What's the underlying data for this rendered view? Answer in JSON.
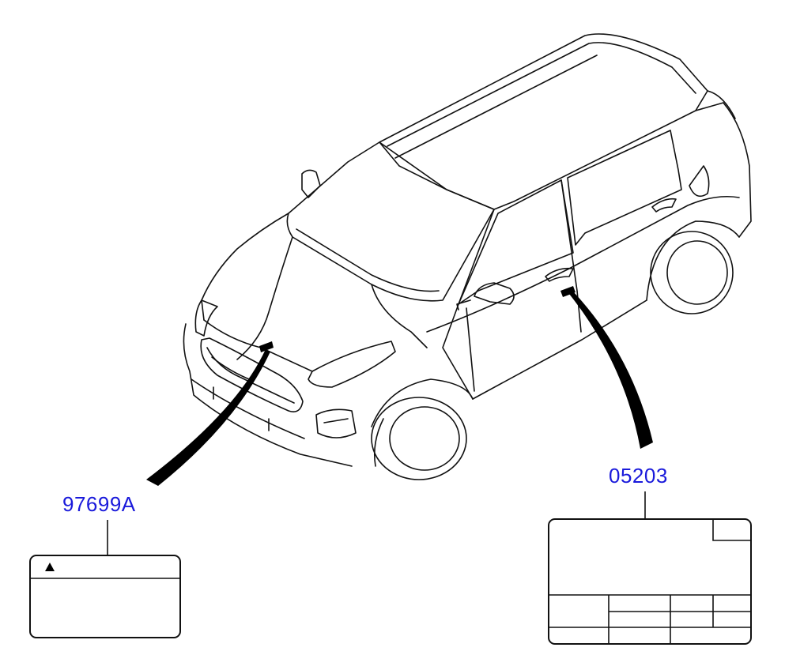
{
  "parts": [
    {
      "id": "97699A",
      "label": "97699A"
    },
    {
      "id": "05203",
      "label": "05203"
    }
  ],
  "colors": {
    "part_label": "#1a1adb",
    "line": "#111111",
    "callout": "#000000"
  },
  "icons": {
    "caution_label_symbol": "warning-triangle-icon"
  }
}
